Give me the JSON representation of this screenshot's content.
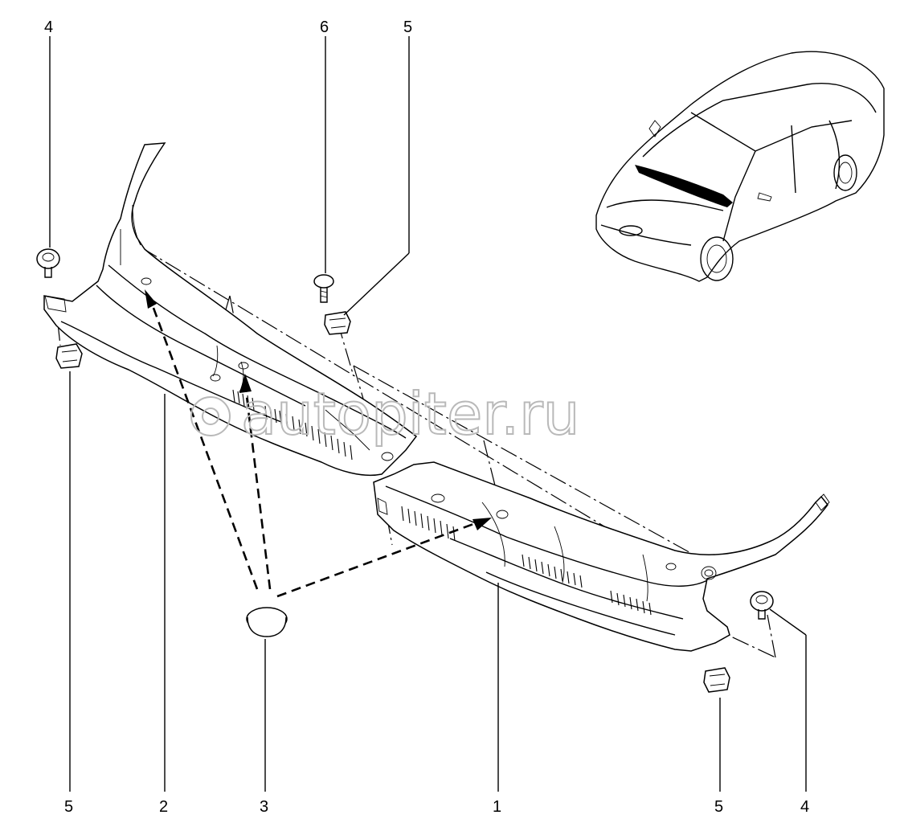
{
  "watermark": {
    "text": "autopiter.ru"
  },
  "callouts": {
    "top_left_4": "4",
    "top_6": "6",
    "top_5": "5",
    "bottom_5_left": "5",
    "bottom_2": "2",
    "bottom_3": "3",
    "bottom_1": "1",
    "bottom_5_right": "5",
    "bottom_4_right": "4"
  },
  "icons": {
    "vehicle": "car-overview-icon",
    "fastener_screw": "screw-icon",
    "fastener_clip": "clip-icon",
    "plug": "plug-icon"
  }
}
